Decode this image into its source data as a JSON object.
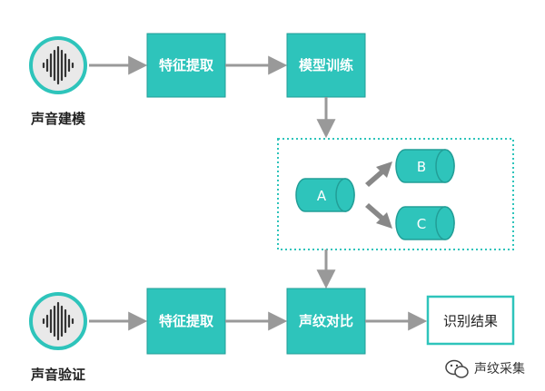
{
  "colors": {
    "teal": "#2ec4bb",
    "teal_dark": "#229e97",
    "gray_arrow": "#999999",
    "circle_fill": "#e9e9e9",
    "circle_ring": "#2ec4bb",
    "wave": "#333333"
  },
  "top_row": {
    "caption": "声音建模",
    "feature_box": "特征提取",
    "training_box": "模型训练"
  },
  "models": {
    "a": "A",
    "b": "B",
    "c": "C"
  },
  "bottom_row": {
    "caption": "声音验证",
    "feature_box": "特征提取",
    "compare_box": "声纹对比",
    "result_box": "识别结果"
  },
  "watermark": {
    "text": "声纹采集",
    "icon": "wechat-icon"
  }
}
